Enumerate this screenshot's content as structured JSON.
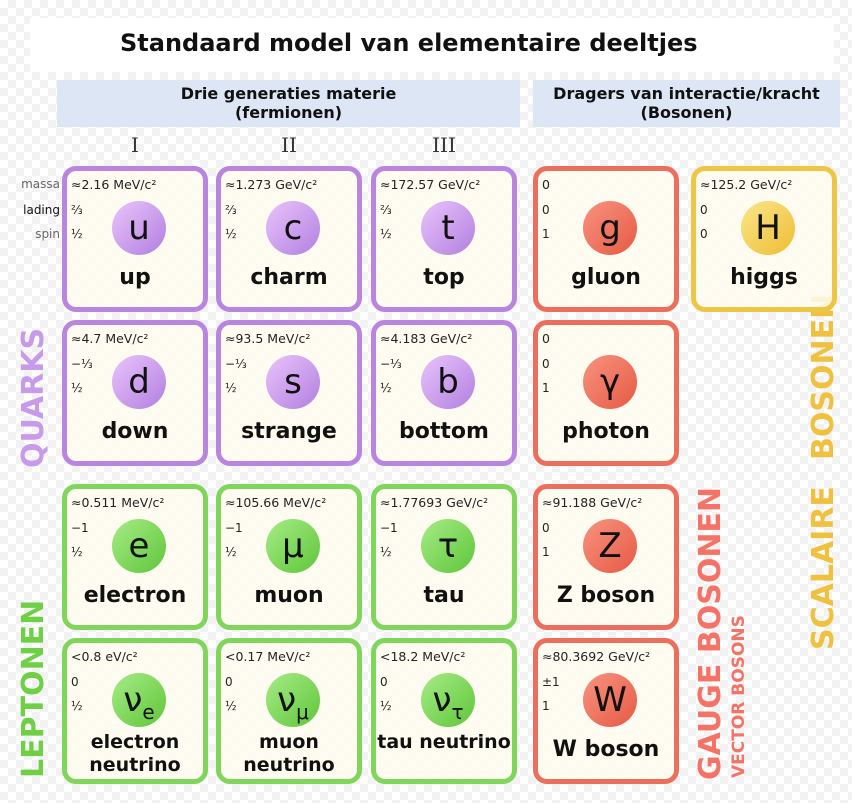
{
  "title": "Standaard model van elementaire deeltjes",
  "fermions_header": [
    "Drie generaties materie",
    "(fermionen)"
  ],
  "bosons_header": [
    "Dragers van interactie/kracht",
    "(Bosonen)"
  ],
  "generations": [
    "I",
    "II",
    "III"
  ],
  "row_labels": {
    "mass": "massa",
    "charge": "lading",
    "spin": "spin"
  },
  "group_labels": {
    "quarks": "QUARKS",
    "leptons": "LEPTONEN",
    "gauge": "GAUGE BOSONEN",
    "vector": "VECTOR BOSONS",
    "scalar": "SCALAIRE",
    "bosonen": "BOSONEN"
  },
  "colors": {
    "quark": "#b985e0",
    "lepton": "#7fd65a",
    "gauge": "#ec6f5e",
    "scalar": "#efc545"
  },
  "particles": [
    {
      "symbol": "u",
      "name": "up",
      "mass": "≈2.16 MeV/c²",
      "charge": "⅔",
      "spin": "½",
      "type": "quark"
    },
    {
      "symbol": "c",
      "name": "charm",
      "mass": "≈1.273 GeV/c²",
      "charge": "⅔",
      "spin": "½",
      "type": "quark"
    },
    {
      "symbol": "t",
      "name": "top",
      "mass": "≈172.57 GeV/c²",
      "charge": "⅔",
      "spin": "½",
      "type": "quark"
    },
    {
      "symbol": "g",
      "name": "gluon",
      "mass": "0",
      "charge": "0",
      "spin": "1",
      "type": "gauge"
    },
    {
      "symbol": "H",
      "name": "higgs",
      "mass": "≈125.2 GeV/c²",
      "charge": "0",
      "spin": "0",
      "type": "scalar"
    },
    {
      "symbol": "d",
      "name": "down",
      "mass": "≈4.7 MeV/c²",
      "charge": "−⅓",
      "spin": "½",
      "type": "quark"
    },
    {
      "symbol": "s",
      "name": "strange",
      "mass": "≈93.5 MeV/c²",
      "charge": "−⅓",
      "spin": "½",
      "type": "quark"
    },
    {
      "symbol": "b",
      "name": "bottom",
      "mass": "≈4.183 GeV/c²",
      "charge": "−⅓",
      "spin": "½",
      "type": "quark"
    },
    {
      "symbol": "γ",
      "name": "photon",
      "mass": "0",
      "charge": "0",
      "spin": "1",
      "type": "gauge"
    },
    {
      "symbol": "e",
      "name": "electron",
      "mass": "≈0.511 MeV/c²",
      "charge": "−1",
      "spin": "½",
      "type": "lepton"
    },
    {
      "symbol": "μ",
      "name": "muon",
      "mass": "≈105.66 MeV/c²",
      "charge": "−1",
      "spin": "½",
      "type": "lepton"
    },
    {
      "symbol": "τ",
      "name": "tau",
      "mass": "≈1.77693 GeV/c²",
      "charge": "−1",
      "spin": "½",
      "type": "lepton"
    },
    {
      "symbol": "Z",
      "name": "Z boson",
      "mass": "≈91.188 GeV/c²",
      "charge": "0",
      "spin": "1",
      "type": "gauge"
    },
    {
      "symbol": "νe",
      "name": "electron neutrino",
      "mass": "<0.8 eV/c²",
      "charge": "0",
      "spin": "½",
      "type": "lepton"
    },
    {
      "symbol": "νμ",
      "name": "muon neutrino",
      "mass": "<0.17 MeV/c²",
      "charge": "0",
      "spin": "½",
      "type": "lepton"
    },
    {
      "symbol": "ντ",
      "name": "tau neutrino",
      "mass": "<18.2 MeV/c²",
      "charge": "0",
      "spin": "½",
      "type": "lepton"
    },
    {
      "symbol": "W",
      "name": "W boson",
      "mass": "≈80.3692 GeV/c²",
      "charge": "±1",
      "spin": "1",
      "type": "gauge"
    }
  ]
}
